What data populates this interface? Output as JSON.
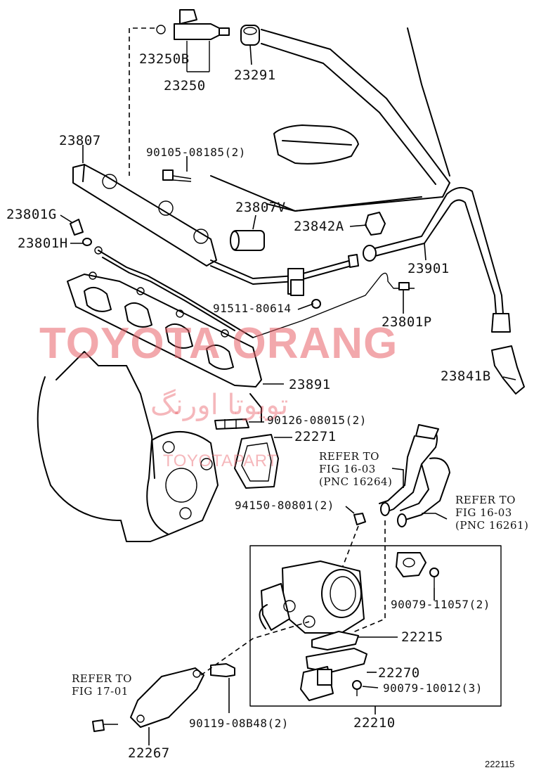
{
  "watermark": {
    "brand": "TOYOTA ORANG",
    "arabic": "تويوتا اورنگ",
    "site": "TOYOTAPART"
  },
  "labels": {
    "p23250B": "23250B",
    "p23250": "23250",
    "p23291": "23291",
    "p23807": "23807",
    "p90105": "90105-08185(2)",
    "p23807V": "23807V",
    "p23801G": "23801G",
    "p23801H": "23801H",
    "p23842A": "23842A",
    "p23901": "23901",
    "p91511": "91511-80614",
    "p23801P": "23801P",
    "p23841B": "23841B",
    "p23891": "23891",
    "p90126": "90126-08015(2)",
    "p22271": "22271",
    "p94150": "94150-80801(2)",
    "p90079a": "90079-11057(2)",
    "p22215": "22215",
    "p22270": "22270",
    "p90079b": "90079-10012(3)",
    "p90119": "90119-08B48(2)",
    "p22210": "22210",
    "p22267": "22267"
  },
  "references": {
    "ref_16_03_a": {
      "line1": "REFER TO",
      "line2": "FIG 16-03",
      "line3": "(PNC 16264)"
    },
    "ref_16_03_b": {
      "line1": "REFER TO",
      "line2": "FIG 16-03",
      "line3": "(PNC 16261)"
    },
    "ref_17_01": {
      "line1": "REFER TO",
      "line2": "FIG 17-01"
    }
  },
  "figure_number": "222115"
}
